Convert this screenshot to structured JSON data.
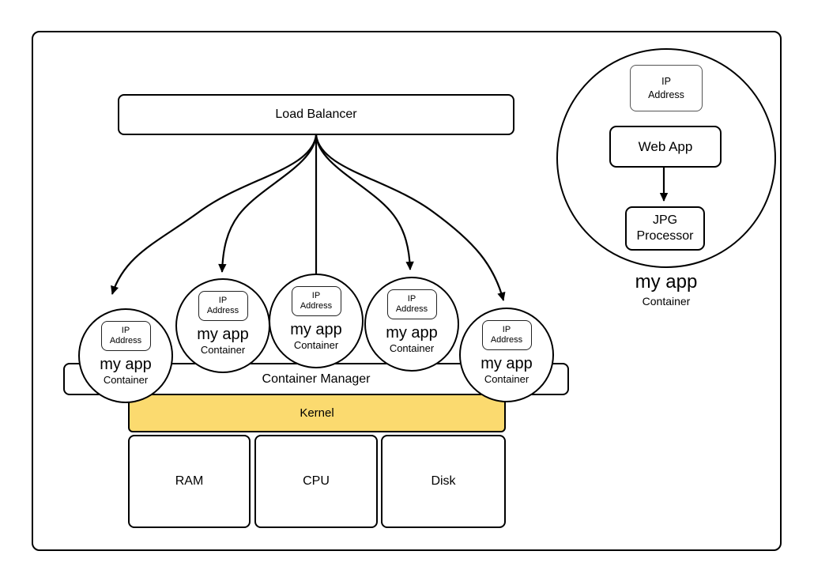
{
  "diagram": {
    "load_balancer": {
      "label": "Load Balancer"
    },
    "container_manager": {
      "label": "Container Manager"
    },
    "kernel": {
      "label": "Kernel"
    },
    "hardware": [
      {
        "label": "RAM"
      },
      {
        "label": "CPU"
      },
      {
        "label": "Disk"
      }
    ],
    "app_instances": [
      {
        "ip_line1": "IP",
        "ip_line2": "Address",
        "name": "my app",
        "type": "Container"
      },
      {
        "ip_line1": "IP",
        "ip_line2": "Address",
        "name": "my app",
        "type": "Container"
      },
      {
        "ip_line1": "IP",
        "ip_line2": "Address",
        "name": "my app",
        "type": "Container"
      },
      {
        "ip_line1": "IP",
        "ip_line2": "Address",
        "name": "my app",
        "type": "Container"
      },
      {
        "ip_line1": "IP",
        "ip_line2": "Address",
        "name": "my app",
        "type": "Container"
      }
    ],
    "detail_container": {
      "ip_line1": "IP",
      "ip_line2": "Address",
      "web_app": "Web App",
      "processor_line1": "JPG",
      "processor_line2": "Processor",
      "caption_name": "my app",
      "caption_type": "Container"
    },
    "colors": {
      "line": "#000000",
      "kernel_fill": "#FBDA6F",
      "background": "#FFFFFF"
    }
  }
}
